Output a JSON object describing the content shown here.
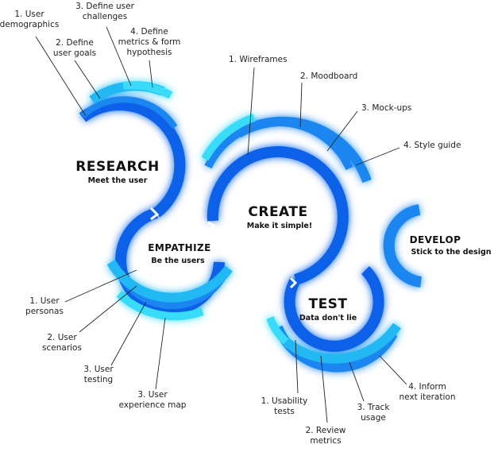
{
  "colors": {
    "deep_blue": "#1060e8",
    "mid_blue": "#1a86f0",
    "light_blue": "#22b8f4",
    "cyan": "#39dcf8",
    "glow": "#7fd6ff",
    "text": "#111111"
  },
  "phases": {
    "research": {
      "title": "RESEARCH",
      "subtitle": "Meet the user"
    },
    "empathize": {
      "title": "EMPATHIZE",
      "subtitle": "Be the users"
    },
    "create": {
      "title": "CREATE",
      "subtitle": "Make it simple!"
    },
    "test": {
      "title": "TEST",
      "subtitle": "Data don't lie"
    },
    "develop": {
      "title": "DEVELOP",
      "subtitle": "Stick to the design"
    }
  },
  "research_steps": [
    {
      "lines": [
        "1. User",
        "demographics"
      ]
    },
    {
      "lines": [
        "2. Define",
        "user goals"
      ]
    },
    {
      "lines": [
        "3. Define user",
        "challenges"
      ]
    },
    {
      "lines": [
        "4. Define",
        "metrics & form",
        "hypothesis"
      ]
    }
  ],
  "empathize_steps": [
    {
      "lines": [
        "1. User",
        "personas"
      ]
    },
    {
      "lines": [
        "2. User",
        "scenarios"
      ]
    },
    {
      "lines": [
        "3. User",
        "testing"
      ]
    },
    {
      "lines": [
        "3. User",
        "experience map"
      ]
    }
  ],
  "create_steps": [
    {
      "lines": [
        "1. Wireframes"
      ]
    },
    {
      "lines": [
        "2. Moodboard"
      ]
    },
    {
      "lines": [
        "3. Mock-ups"
      ]
    },
    {
      "lines": [
        "4. Style guide"
      ]
    }
  ],
  "test_steps": [
    {
      "lines": [
        "1. Usability",
        "tests"
      ]
    },
    {
      "lines": [
        "2. Review",
        "metrics"
      ]
    },
    {
      "lines": [
        "3. Track",
        "usage"
      ]
    },
    {
      "lines": [
        "4. Inform",
        "next iteration"
      ]
    }
  ]
}
